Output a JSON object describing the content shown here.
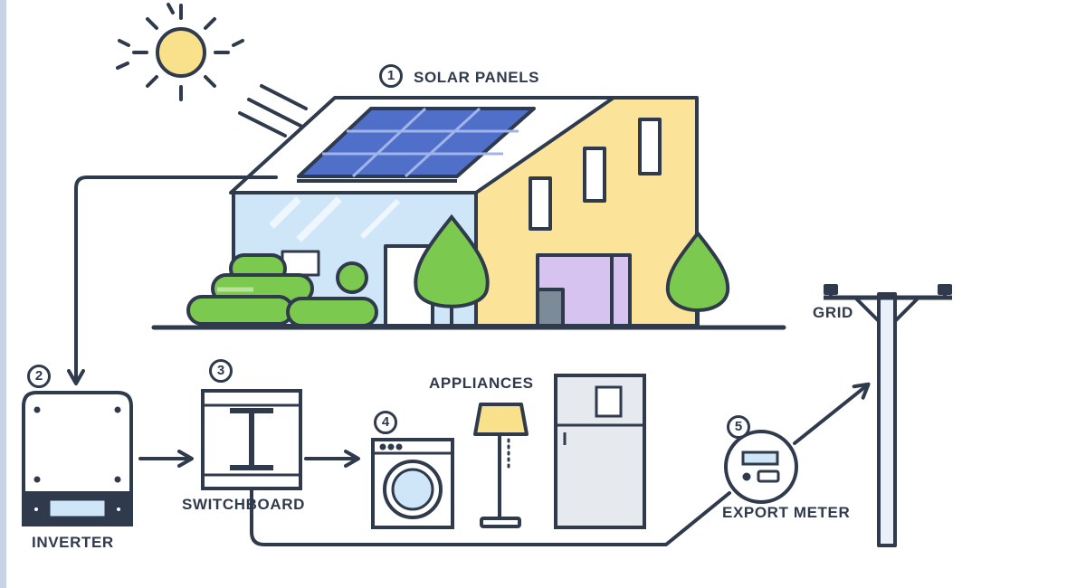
{
  "labels": {
    "solar_panels": "SOLAR PANELS",
    "inverter": "INVERTER",
    "switchboard": "SWITCHBOARD",
    "appliances": "APPLIANCES",
    "export_meter": "EXPORT METER",
    "grid": "GRID"
  },
  "steps": [
    "1",
    "2",
    "3",
    "4",
    "5"
  ],
  "colors": {
    "outline": "#2f3a4d",
    "sun": "#f9e08a",
    "house_wall": "#fbe49a",
    "glass": "#cfe6f8",
    "panel": "#4f6fc9",
    "tree": "#7cc94f",
    "door": "#d7c3f0"
  },
  "icons": [
    "sun-icon",
    "house-icon",
    "solar-panel-icon",
    "inverter-icon",
    "switchboard-icon",
    "washing-machine-icon",
    "floor-lamp-icon",
    "refrigerator-icon",
    "meter-icon",
    "power-pole-icon"
  ]
}
